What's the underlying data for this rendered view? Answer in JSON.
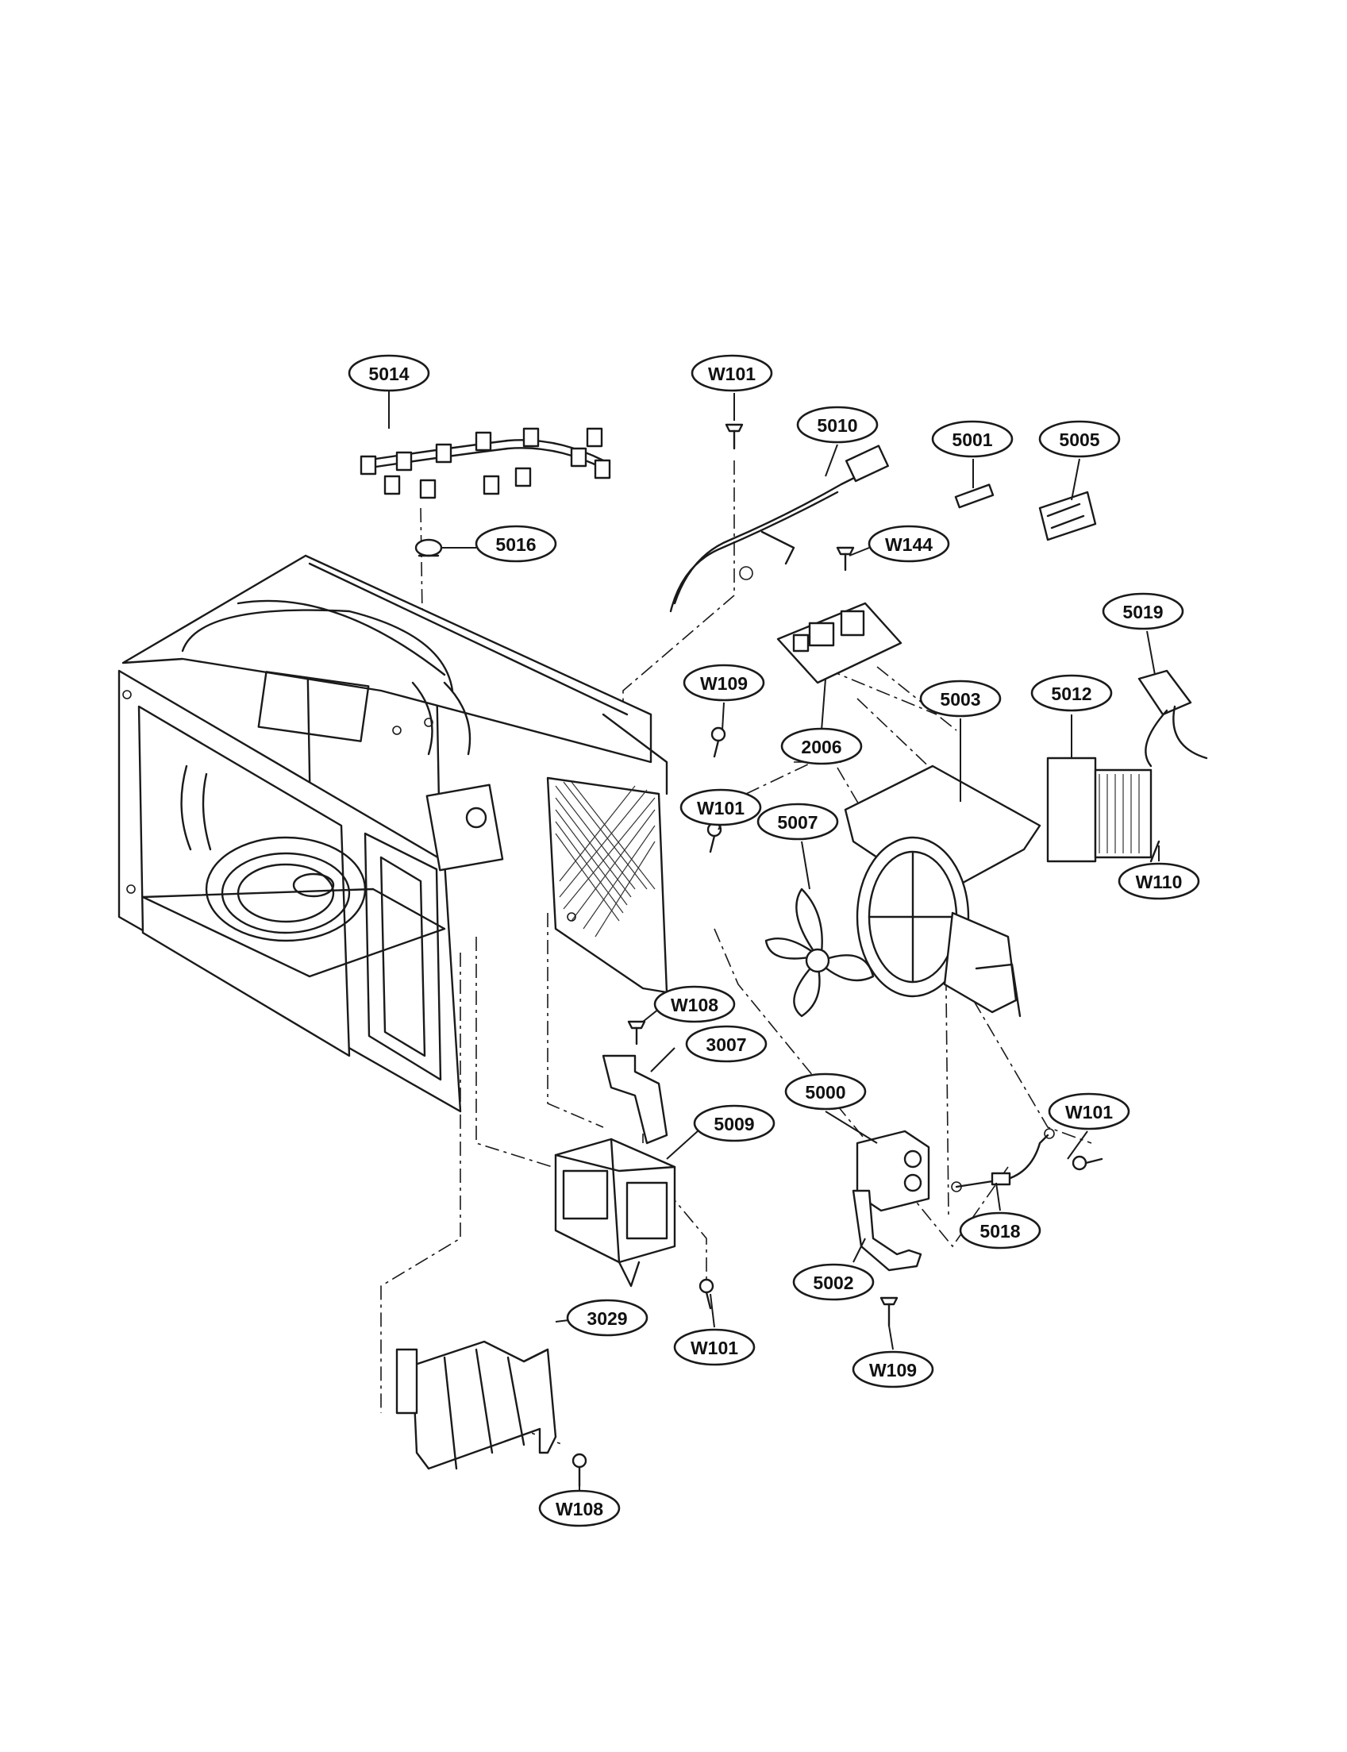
{
  "diagram": {
    "callouts": [
      {
        "id": "c-5014",
        "label": "5014"
      },
      {
        "id": "c-w101-top",
        "label": "W101"
      },
      {
        "id": "c-5010",
        "label": "5010"
      },
      {
        "id": "c-5001",
        "label": "5001"
      },
      {
        "id": "c-5005",
        "label": "5005"
      },
      {
        "id": "c-5016",
        "label": "5016"
      },
      {
        "id": "c-w144",
        "label": "W144"
      },
      {
        "id": "c-5019",
        "label": "5019"
      },
      {
        "id": "c-w109-upper",
        "label": "W109"
      },
      {
        "id": "c-2006",
        "label": "2006"
      },
      {
        "id": "c-5003",
        "label": "5003"
      },
      {
        "id": "c-5012",
        "label": "5012"
      },
      {
        "id": "c-w101-mid",
        "label": "W101"
      },
      {
        "id": "c-5007",
        "label": "5007"
      },
      {
        "id": "c-w110",
        "label": "W110"
      },
      {
        "id": "c-w108-upper",
        "label": "W108"
      },
      {
        "id": "c-3007",
        "label": "3007"
      },
      {
        "id": "c-5000",
        "label": "5000"
      },
      {
        "id": "c-w101-right",
        "label": "W101"
      },
      {
        "id": "c-5009",
        "label": "5009"
      },
      {
        "id": "c-5018",
        "label": "5018"
      },
      {
        "id": "c-5002",
        "label": "5002"
      },
      {
        "id": "c-3029",
        "label": "3029"
      },
      {
        "id": "c-w101-low",
        "label": "W101"
      },
      {
        "id": "c-w109-low",
        "label": "W109"
      },
      {
        "id": "c-w108-low",
        "label": "W108"
      }
    ]
  }
}
